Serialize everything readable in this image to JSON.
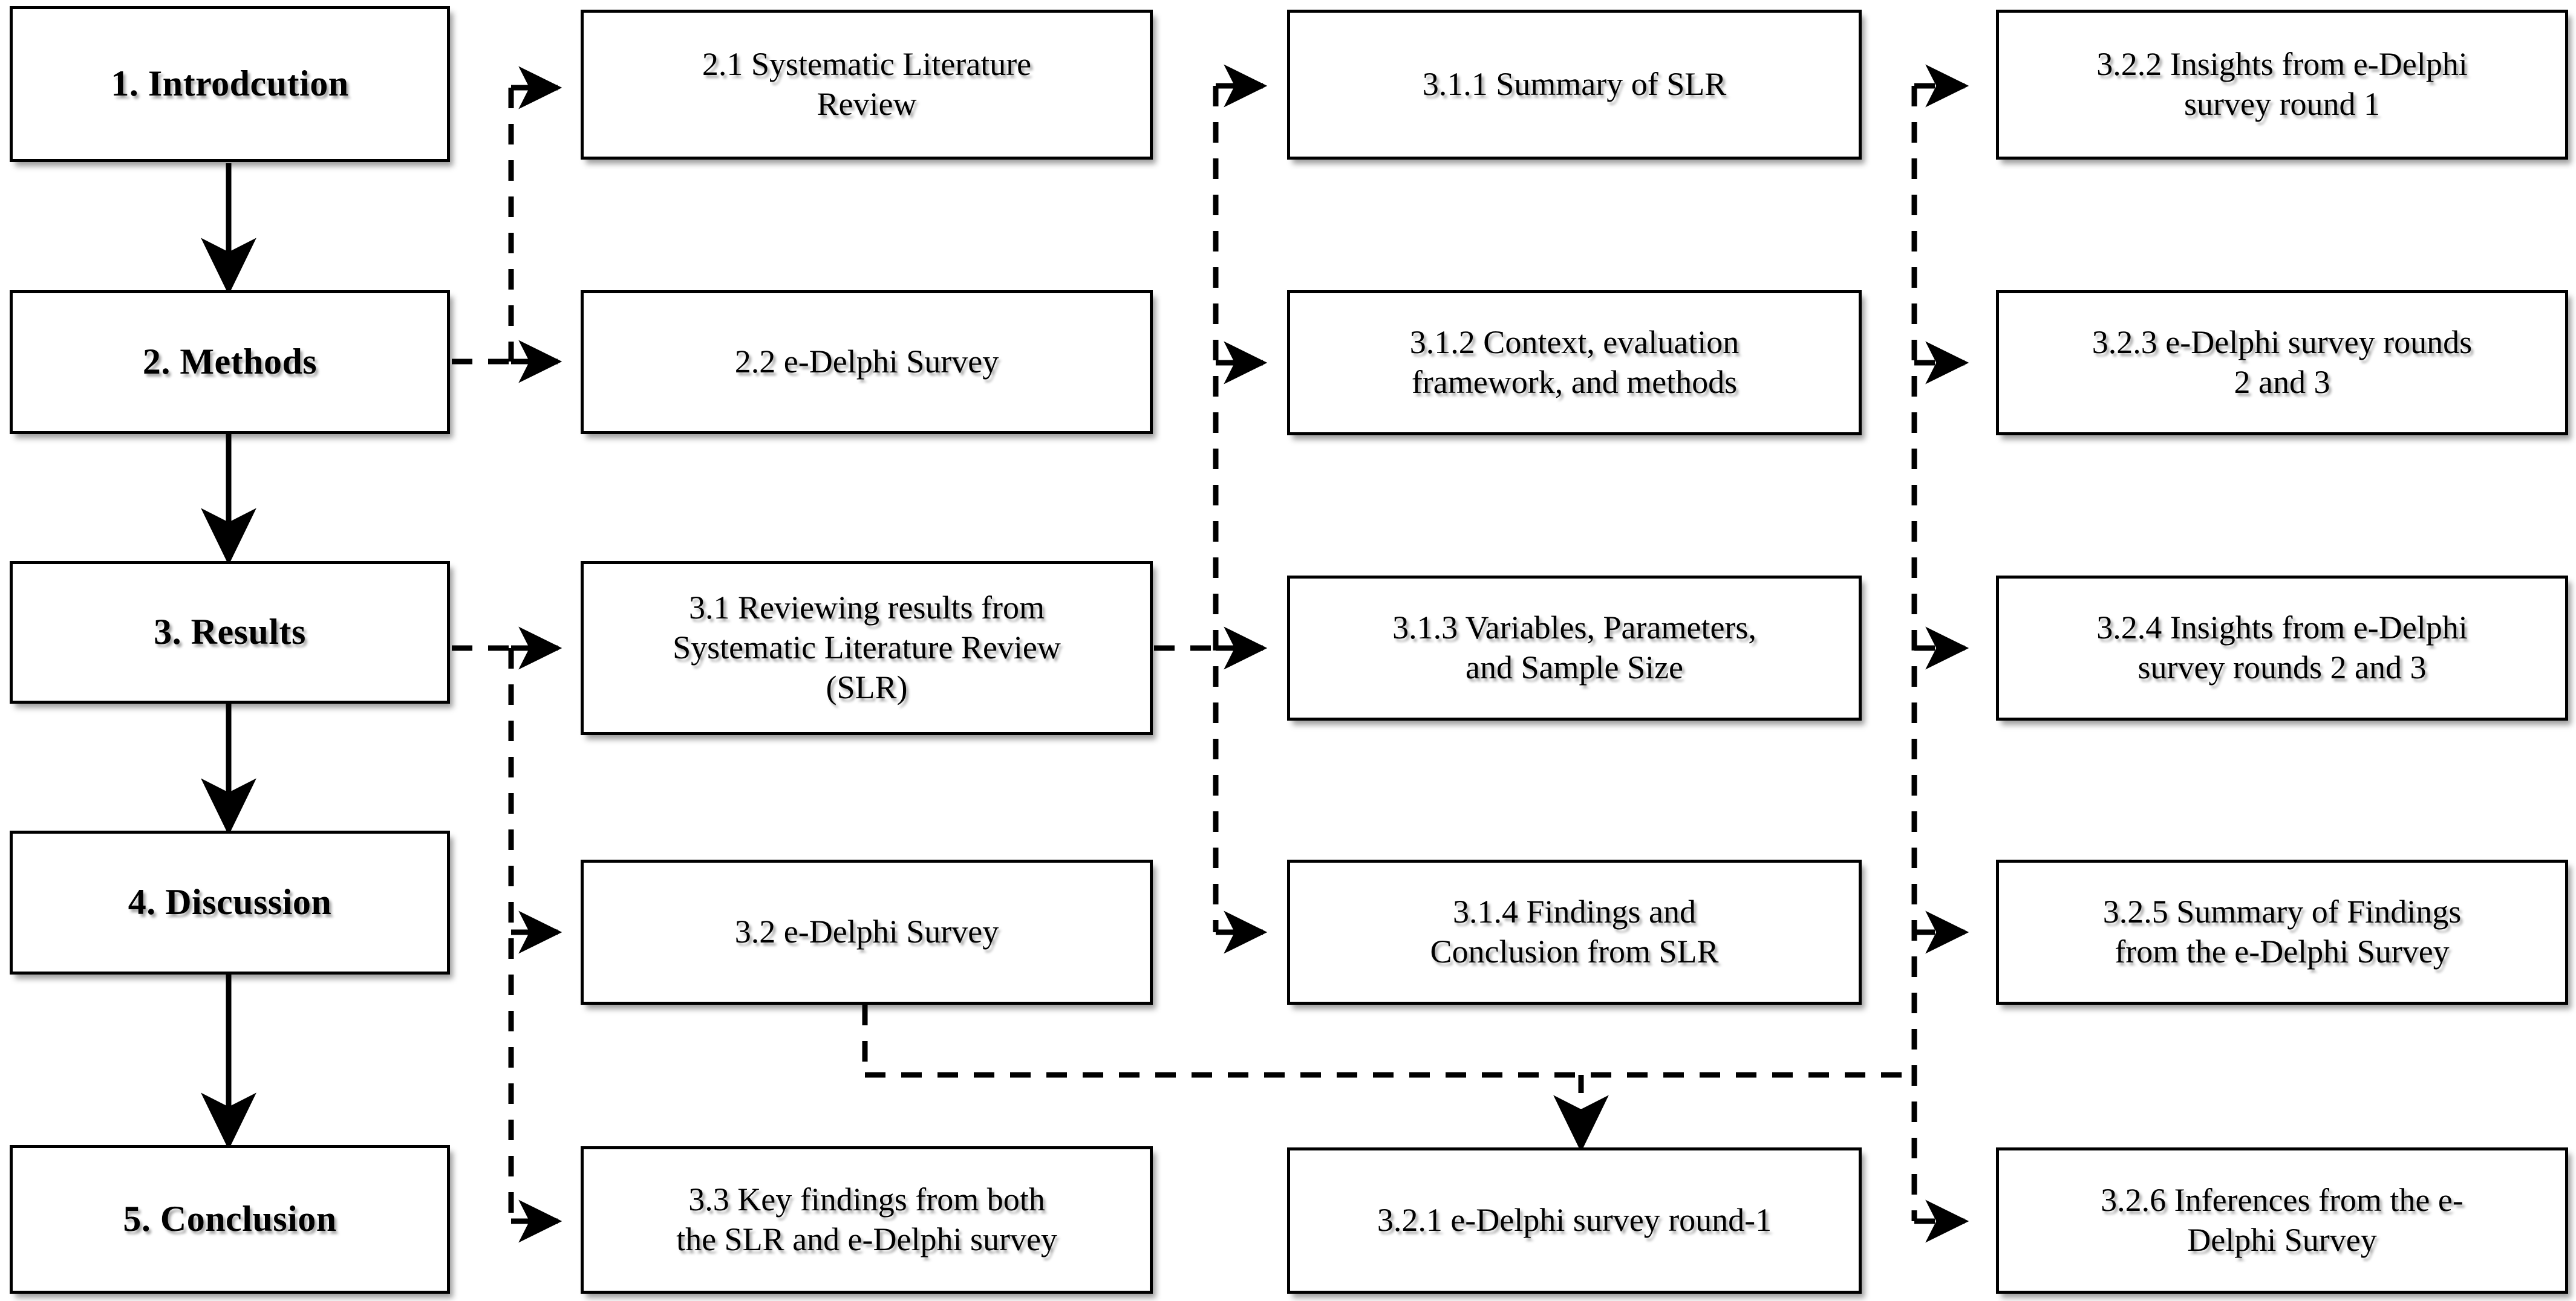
{
  "diagram": {
    "title": "Paper structure flowchart",
    "style": {
      "box_border_color": "#000000",
      "box_fill_color": "#ffffff",
      "solid_connector_color": "#000000",
      "dashed_connector_color": "#000000",
      "background": "#ffffff"
    },
    "columns": [
      {
        "id": "col-main-sections",
        "name": "main-sections",
        "nodes": [
          {
            "id": "n1",
            "label": "1. Introdcution"
          },
          {
            "id": "n2",
            "label": "2. Methods"
          },
          {
            "id": "n3",
            "label": "3. Results"
          },
          {
            "id": "n4",
            "label": "4. Discussion"
          },
          {
            "id": "n5",
            "label": "5. Conclusion"
          }
        ]
      },
      {
        "id": "col-subsections",
        "name": "subsections",
        "nodes": [
          {
            "id": "s21",
            "label": "2.1 Systematic Literature\nReview"
          },
          {
            "id": "s22",
            "label": "2.2 e-Delphi Survey"
          },
          {
            "id": "s31",
            "label": "3.1 Reviewing results from\nSystematic Literature Review\n(SLR)"
          },
          {
            "id": "s32",
            "label": "3.2 e-Delphi Survey"
          },
          {
            "id": "s33",
            "label": "3.3 Key findings from both\nthe SLR and e-Delphi survey"
          }
        ]
      },
      {
        "id": "col-slr-results",
        "name": "slr-results",
        "nodes": [
          {
            "id": "s311",
            "label": "3.1.1 Summary of SLR"
          },
          {
            "id": "s312",
            "label": "3.1.2 Context, evaluation\nframework, and methods"
          },
          {
            "id": "s313",
            "label": "3.1.3 Variables, Parameters,\nand Sample Size"
          },
          {
            "id": "s314",
            "label": "3.1.4 Findings and\nConclusion from SLR"
          },
          {
            "id": "s321",
            "label": "3.2.1 e-Delphi survey round-1"
          }
        ]
      },
      {
        "id": "col-delphi-results",
        "name": "delphi-results",
        "nodes": [
          {
            "id": "s322",
            "label": "3.2.2  Insights from e-Delphi\nsurvey round 1"
          },
          {
            "id": "s323",
            "label": "3.2.3 e-Delphi survey rounds\n2 and 3"
          },
          {
            "id": "s324",
            "label": "3.2.4 Insights from e-Delphi\nsurvey rounds 2 and 3"
          },
          {
            "id": "s325",
            "label": "3.2.5 Summary of Findings\nfrom the e-Delphi Survey"
          },
          {
            "id": "s326",
            "label": "3.2.6 Inferences from the e-\nDelphi Survey"
          }
        ]
      }
    ],
    "edges": [
      {
        "from": "n1",
        "to": "n2",
        "style": "solid",
        "arrow": true
      },
      {
        "from": "n2",
        "to": "n3",
        "style": "solid",
        "arrow": true
      },
      {
        "from": "n3",
        "to": "n4",
        "style": "solid",
        "arrow": true
      },
      {
        "from": "n4",
        "to": "n5",
        "style": "solid",
        "arrow": true
      },
      {
        "from": "n2",
        "to": "s21",
        "style": "dashed",
        "arrow": true
      },
      {
        "from": "n2",
        "to": "s22",
        "style": "dashed",
        "arrow": true
      },
      {
        "from": "n3",
        "to": "s31",
        "style": "dashed",
        "arrow": true
      },
      {
        "from": "n3",
        "to": "s32",
        "style": "dashed",
        "arrow": true
      },
      {
        "from": "n3",
        "to": "s33",
        "style": "dashed",
        "arrow": true
      },
      {
        "from": "s31",
        "to": "s311",
        "style": "dashed",
        "arrow": true
      },
      {
        "from": "s31",
        "to": "s312",
        "style": "dashed",
        "arrow": true
      },
      {
        "from": "s31",
        "to": "s313",
        "style": "dashed",
        "arrow": true
      },
      {
        "from": "s31",
        "to": "s314",
        "style": "dashed",
        "arrow": true
      },
      {
        "from": "s32",
        "to": "s321",
        "style": "dashed",
        "arrow": true
      },
      {
        "from": "s32",
        "to": "s322",
        "style": "dashed",
        "arrow": true
      },
      {
        "from": "s32",
        "to": "s323",
        "style": "dashed",
        "arrow": true
      },
      {
        "from": "s32",
        "to": "s324",
        "style": "dashed",
        "arrow": true
      },
      {
        "from": "s32",
        "to": "s325",
        "style": "dashed",
        "arrow": true
      },
      {
        "from": "s32",
        "to": "s326",
        "style": "dashed",
        "arrow": true
      }
    ]
  }
}
